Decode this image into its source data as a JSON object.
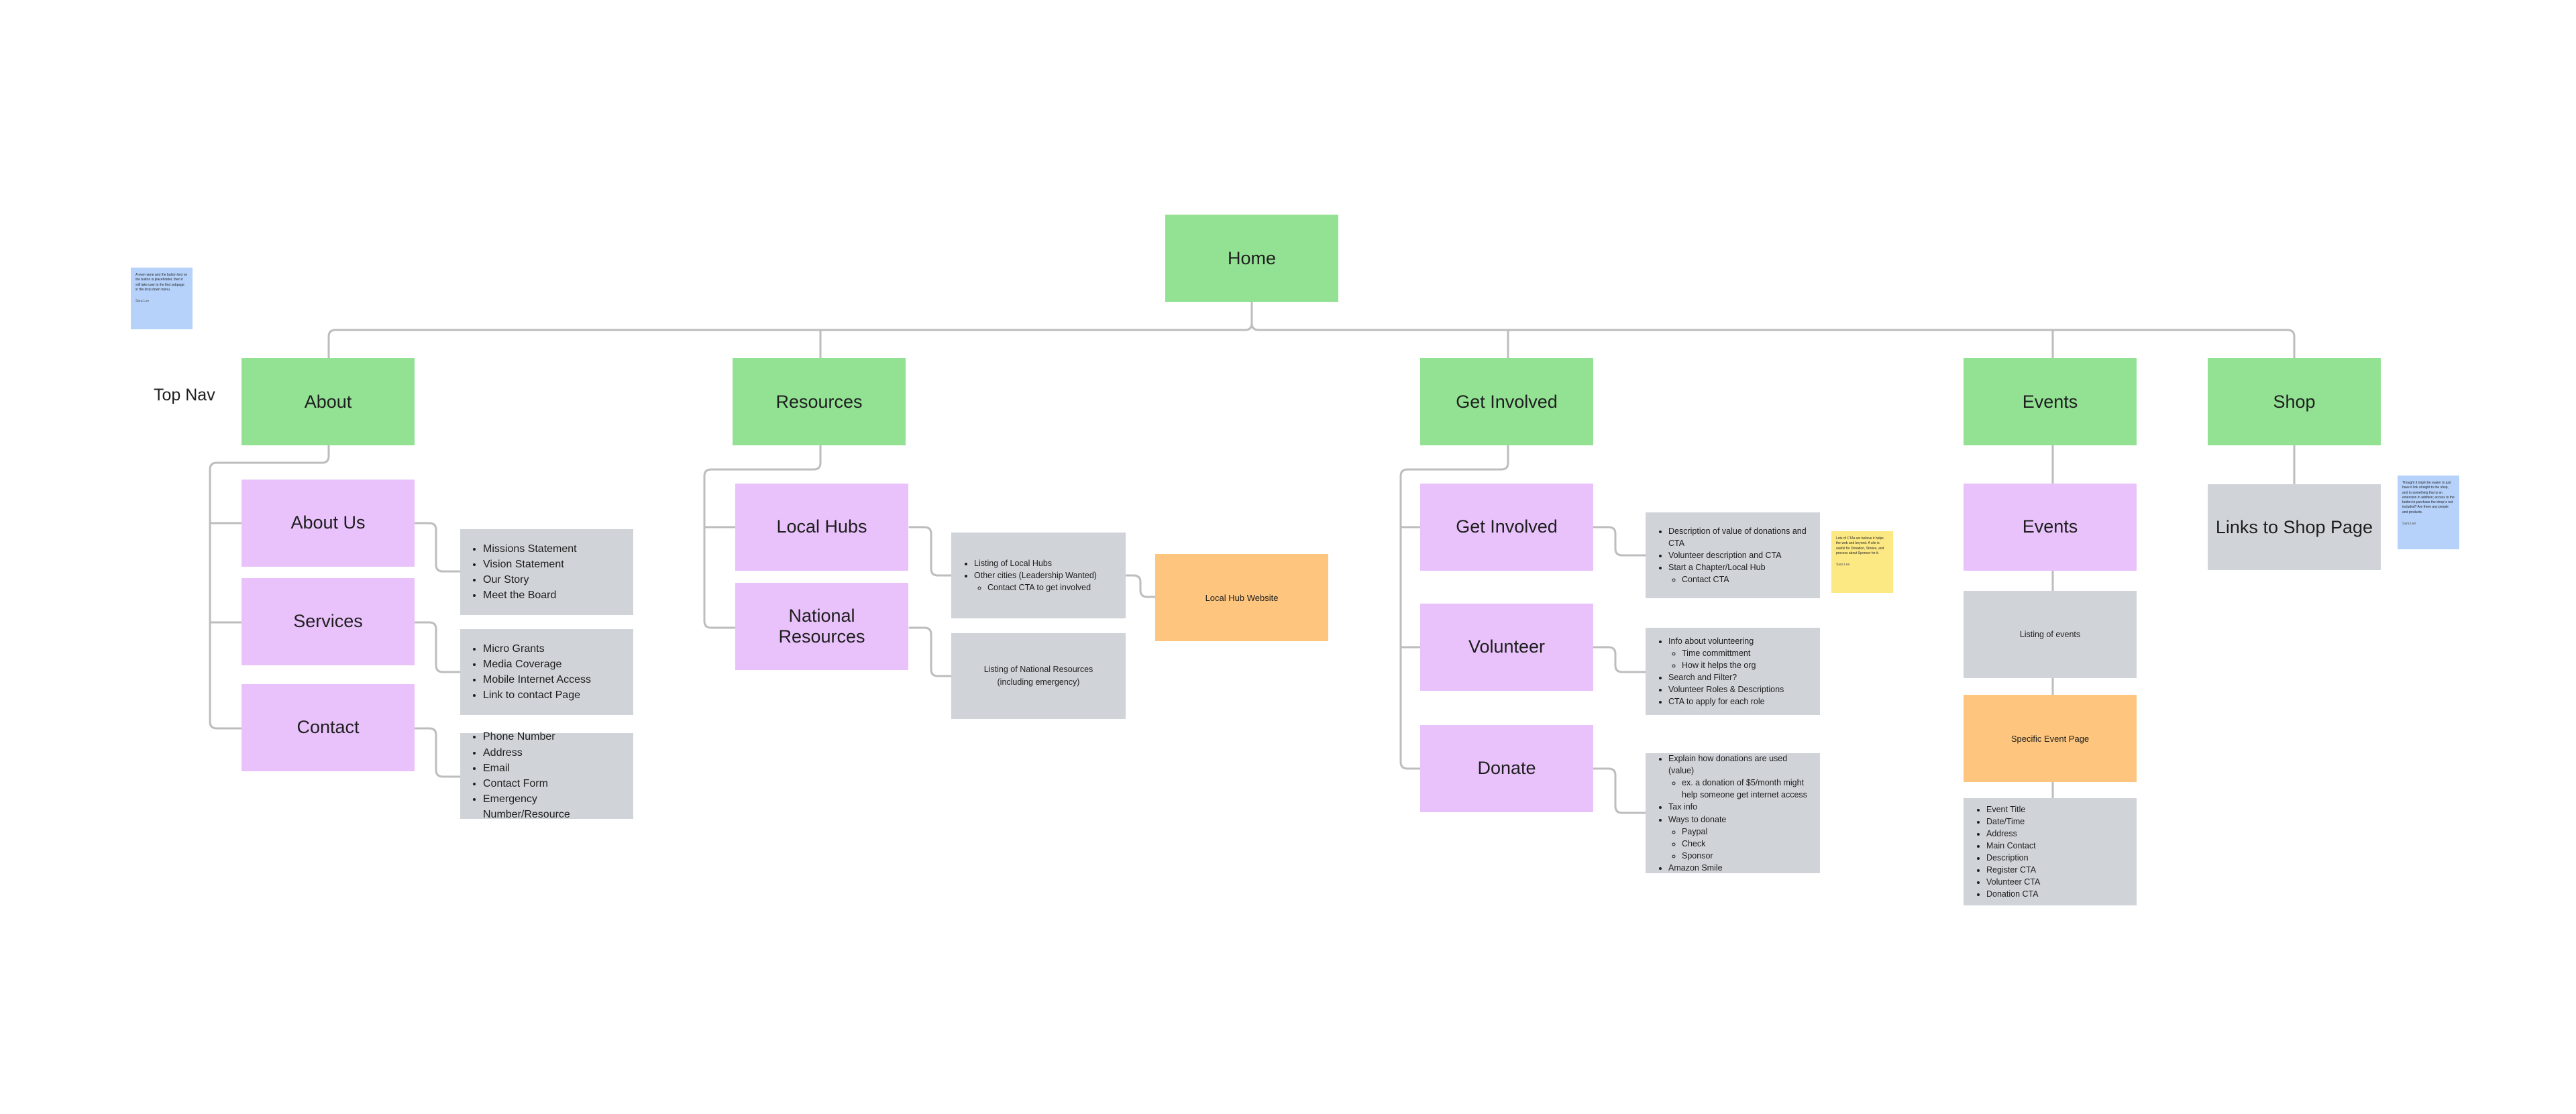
{
  "top_nav_label": "Top Nav",
  "home": "Home",
  "sections": {
    "about": {
      "title": "About",
      "pages": [
        {
          "label": "About Us",
          "items": [
            "Missions Statement",
            "Vision Statement",
            "Our Story",
            "Meet the Board"
          ]
        },
        {
          "label": "Services",
          "items": [
            "Micro Grants",
            "Media Coverage",
            "Mobile Internet Access",
            "Link to contact Page"
          ]
        },
        {
          "label": "Contact",
          "items": [
            "Phone Number",
            "Address",
            "Email",
            "Contact Form",
            "Emergency Number/Resource"
          ]
        }
      ]
    },
    "resources": {
      "title": "Resources",
      "local_hubs": {
        "label": "Local Hubs",
        "items": [
          "Listing of Local Hubs",
          "Other cities (Leadership Wanted)"
        ],
        "sub_items": [
          "Contact CTA to get involved"
        ],
        "external": "Local Hub Website"
      },
      "national": {
        "label": "National Resources",
        "text": "Listing of National Resources (including emergency)"
      }
    },
    "get_involved": {
      "title": "Get Involved",
      "get_involved_page": {
        "label": "Get Involved",
        "items": [
          "Description of value of donations and CTA",
          "Volunteer description and CTA",
          "Start a Chapter/Local Hub"
        ],
        "sub_items": [
          "Contact CTA"
        ]
      },
      "volunteer": {
        "label": "Volunteer",
        "first": "Info about volunteering",
        "sub_items": [
          "Time committment",
          "How it helps the org"
        ],
        "rest": [
          "Search and Filter?",
          "Volunteer Roles & Descriptions",
          "CTA to apply for each role"
        ]
      },
      "donate": {
        "label": "Donate",
        "first": "Explain how donations are used (value)",
        "sub_first": [
          "ex. a donation of $5/month might help someone get internet access"
        ],
        "middle": [
          "Tax info",
          "Ways to donate"
        ],
        "sub_ways": [
          "Paypal",
          "Check",
          "Sponsor"
        ],
        "last": [
          "Amazon Smile"
        ]
      }
    },
    "events": {
      "title": "Events",
      "page": "Events",
      "listing": "Listing of events",
      "specific": "Specific Event Page",
      "details": [
        "Event Title",
        "Date/Time",
        "Address",
        "Main Contact",
        "Description",
        "Register CTA",
        "Volunteer CTA",
        "Donation CTA"
      ]
    },
    "shop": {
      "title": "Shop",
      "page": "Links to Shop Page"
    }
  },
  "stickies": {
    "left": {
      "text": "A new name and the button text on the button is placeholder, then it will take user to the first subpage in the drop down menu.",
      "author": "Sara Lee"
    },
    "right": {
      "text": "Thought it might be easier to just have it link straight to the shop, and to something that is an extension in addition; access to the button to purchase the shop is not included? Are there any people and products.",
      "author": "Sara Lee"
    },
    "middle": {
      "text": "Lots of CTAs we believe it helps the web and beyond. A site is useful for Donation, Stories, and process about Sponsor for it.",
      "author": "Sara Lee"
    }
  },
  "colors": {
    "top_level": "#93e294",
    "page": "#e9c2fb",
    "content": "#d0d3d8",
    "external": "#fdc57e",
    "connector": "#bdbdbd",
    "sticky_blue": "#b6d2fb",
    "sticky_yellow": "#fde983"
  }
}
